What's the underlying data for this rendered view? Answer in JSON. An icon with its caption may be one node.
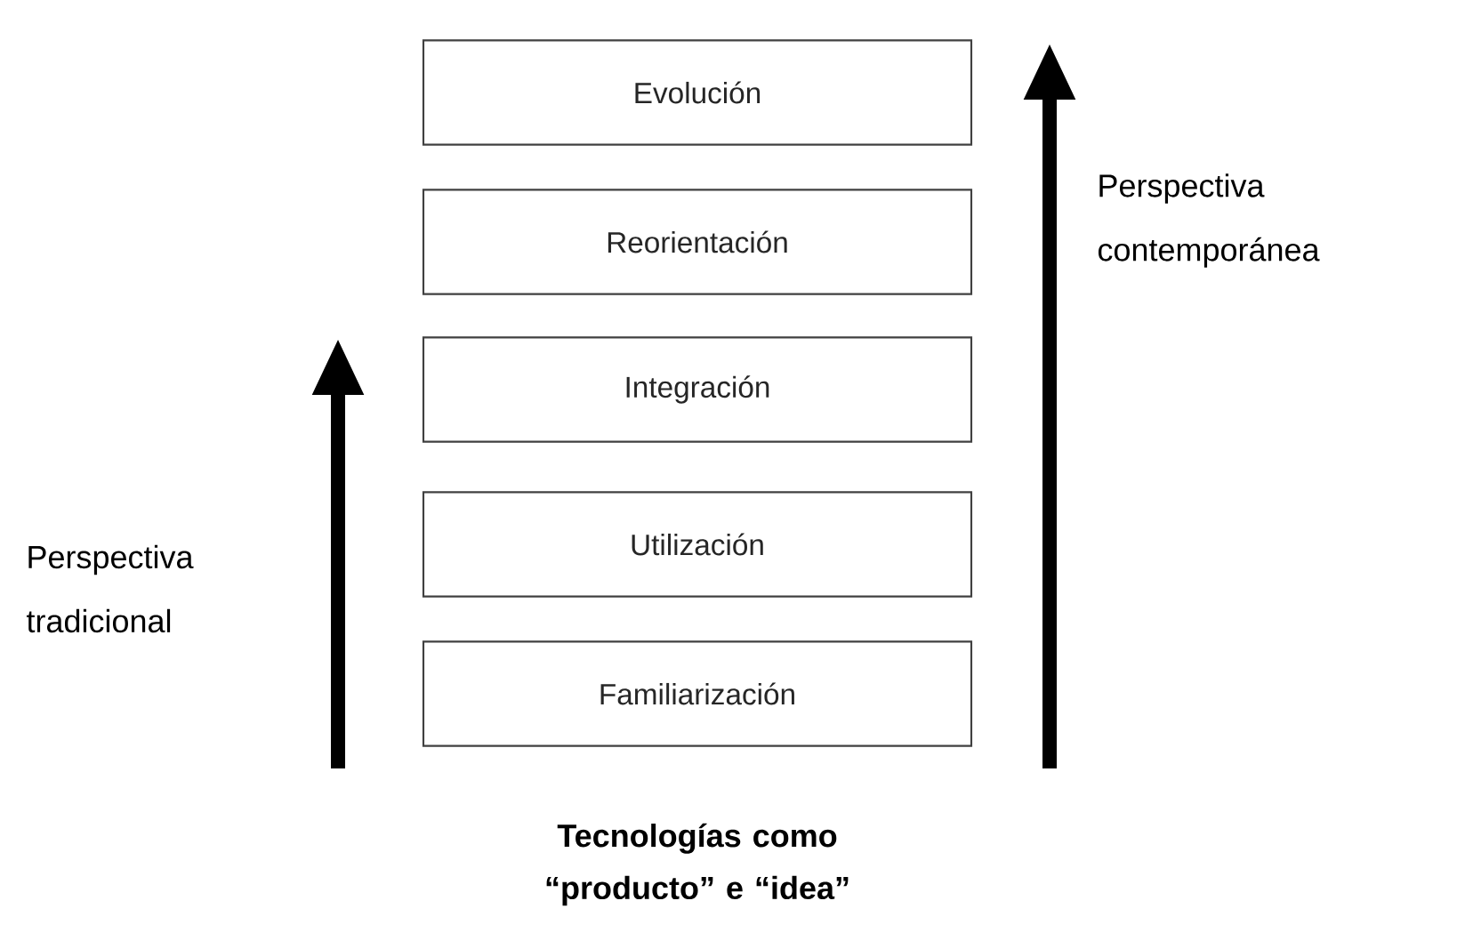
{
  "diagram": {
    "caption": "Tecnologías como “producto” e “idea”",
    "nodes": [
      {
        "text": [
          "Evolución"
        ]
      },
      {
        "text": [
          "Reorientación"
        ]
      },
      {
        "text": [
          "Integración"
        ]
      },
      {
        "text": [
          "Utilización"
        ]
      },
      {
        "text": [
          "Familiarización"
        ]
      }
    ],
    "labels": [
      "Perspectiva contemporánea",
      "Perspectiva tradicional"
    ]
  }
}
